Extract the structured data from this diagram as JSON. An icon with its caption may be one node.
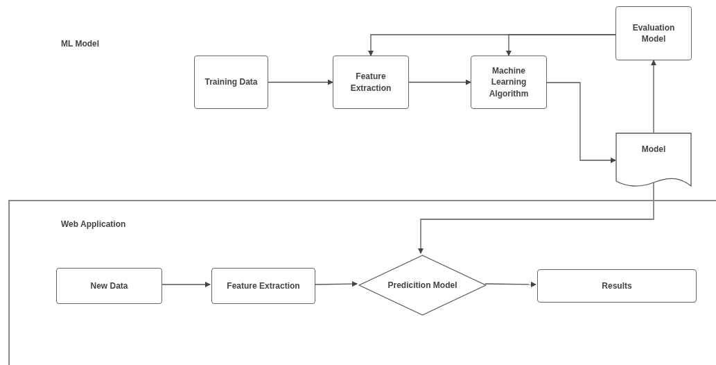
{
  "diagram": {
    "nodes": [
      {
        "text": [
          "Training Data"
        ]
      },
      {
        "text": [
          "Feature Extraction"
        ]
      },
      {
        "text": [
          "Machine Learning Algorithm"
        ]
      },
      {
        "text": [
          "Evaluation Model"
        ]
      },
      {
        "text": [
          "Model"
        ]
      },
      {
        "text": [
          "Web Application"
        ]
      },
      {
        "text": [
          "New Data"
        ],
        "in": 5
      },
      {
        "text": [
          "Feature Extraction"
        ],
        "in": 5
      },
      {
        "text": [
          "Predicition Model"
        ],
        "in": 5
      },
      {
        "text": [
          "Results"
        ],
        "in": 5
      }
    ],
    "edges": [
      {
        "from": 0,
        "to": 1,
        "arrow": "to"
      },
      {
        "from": 1,
        "to": 2,
        "arrow": "to"
      },
      {
        "from": 2,
        "to": 4,
        "arrow": "to"
      },
      {
        "from": 4,
        "to": 3,
        "arrow": "to"
      },
      {
        "from": 3,
        "to": 1,
        "arrow": "to"
      },
      {
        "from": 3,
        "to": 2,
        "arrow": "to"
      },
      {
        "from": 4,
        "to": 8,
        "arrow": "to"
      },
      {
        "from": 6,
        "to": 7,
        "arrow": "to"
      },
      {
        "from": 7,
        "to": 8,
        "arrow": "to"
      },
      {
        "from": 8,
        "to": 9,
        "arrow": "to"
      }
    ],
    "labels": [
      "ML Model"
    ]
  }
}
